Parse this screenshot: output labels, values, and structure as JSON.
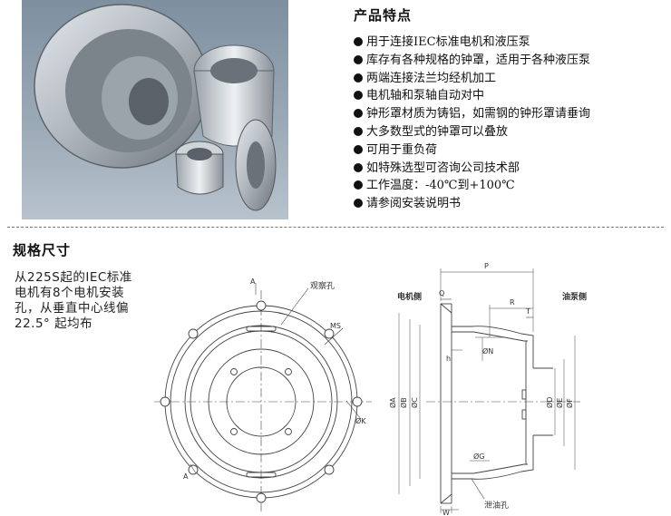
{
  "features": {
    "title": "产品特点",
    "items": [
      "用于连接IEC标准电机和液压泵",
      "库存有各种规格的钟罩，适用于各种液压泵",
      "两端连接法兰均经机加工",
      "电机轴和泵轴自动对中",
      "钟形罩材质为铸铝，如需钢的钟形罩请垂询",
      "大多数型式的钟罩可以叠放",
      "可用于重负荷",
      "如特殊选型可咨询公司技术部",
      "工作温度：-40℃到+100℃",
      "请参阅安装说明书"
    ]
  },
  "spec": {
    "title": "规格尺寸",
    "note": "从225S起的IEC标准电机有8个电机安装孔，从垂直中心线偏22.5° 起均布"
  },
  "front_view": {
    "label_a": "A",
    "label_hole": "观察孔",
    "label_ms": "MS",
    "label_k": "ØK"
  },
  "side_view": {
    "label_motor": "电机侧",
    "label_pump": "油泵侧",
    "label_p": "P",
    "label_q": "Q",
    "label_r": "R",
    "label_t": "T",
    "label_n": "ØN",
    "label_h": "h",
    "label_g": "ØG",
    "label_w": "W",
    "label_a": "ØA",
    "label_b": "ØB",
    "label_c": "ØC",
    "label_d": "ØD",
    "label_e": "ØE",
    "label_f": "ØF",
    "label_drain": "泄油孔"
  }
}
